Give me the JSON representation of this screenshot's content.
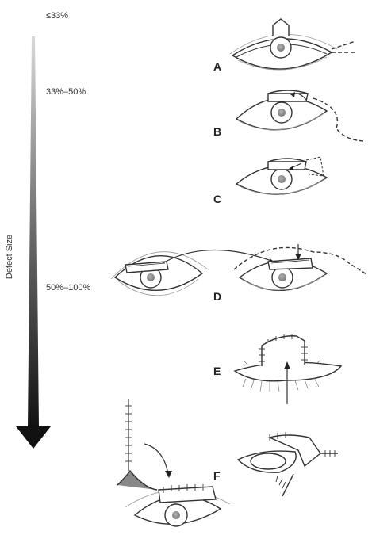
{
  "axis": {
    "title": "Defect Size",
    "levels": [
      "≤33%",
      "33%–50%",
      "50%–100%"
    ]
  },
  "panels": [
    {
      "letter": "A"
    },
    {
      "letter": "B"
    },
    {
      "letter": "C"
    },
    {
      "letter": "D"
    },
    {
      "letter": "E"
    },
    {
      "letter": "F"
    }
  ],
  "colors": {
    "ink": "#333333",
    "arrow_top": "#c8c8c8",
    "arrow_bottom": "#111111",
    "iris": "#8a8a8a"
  }
}
